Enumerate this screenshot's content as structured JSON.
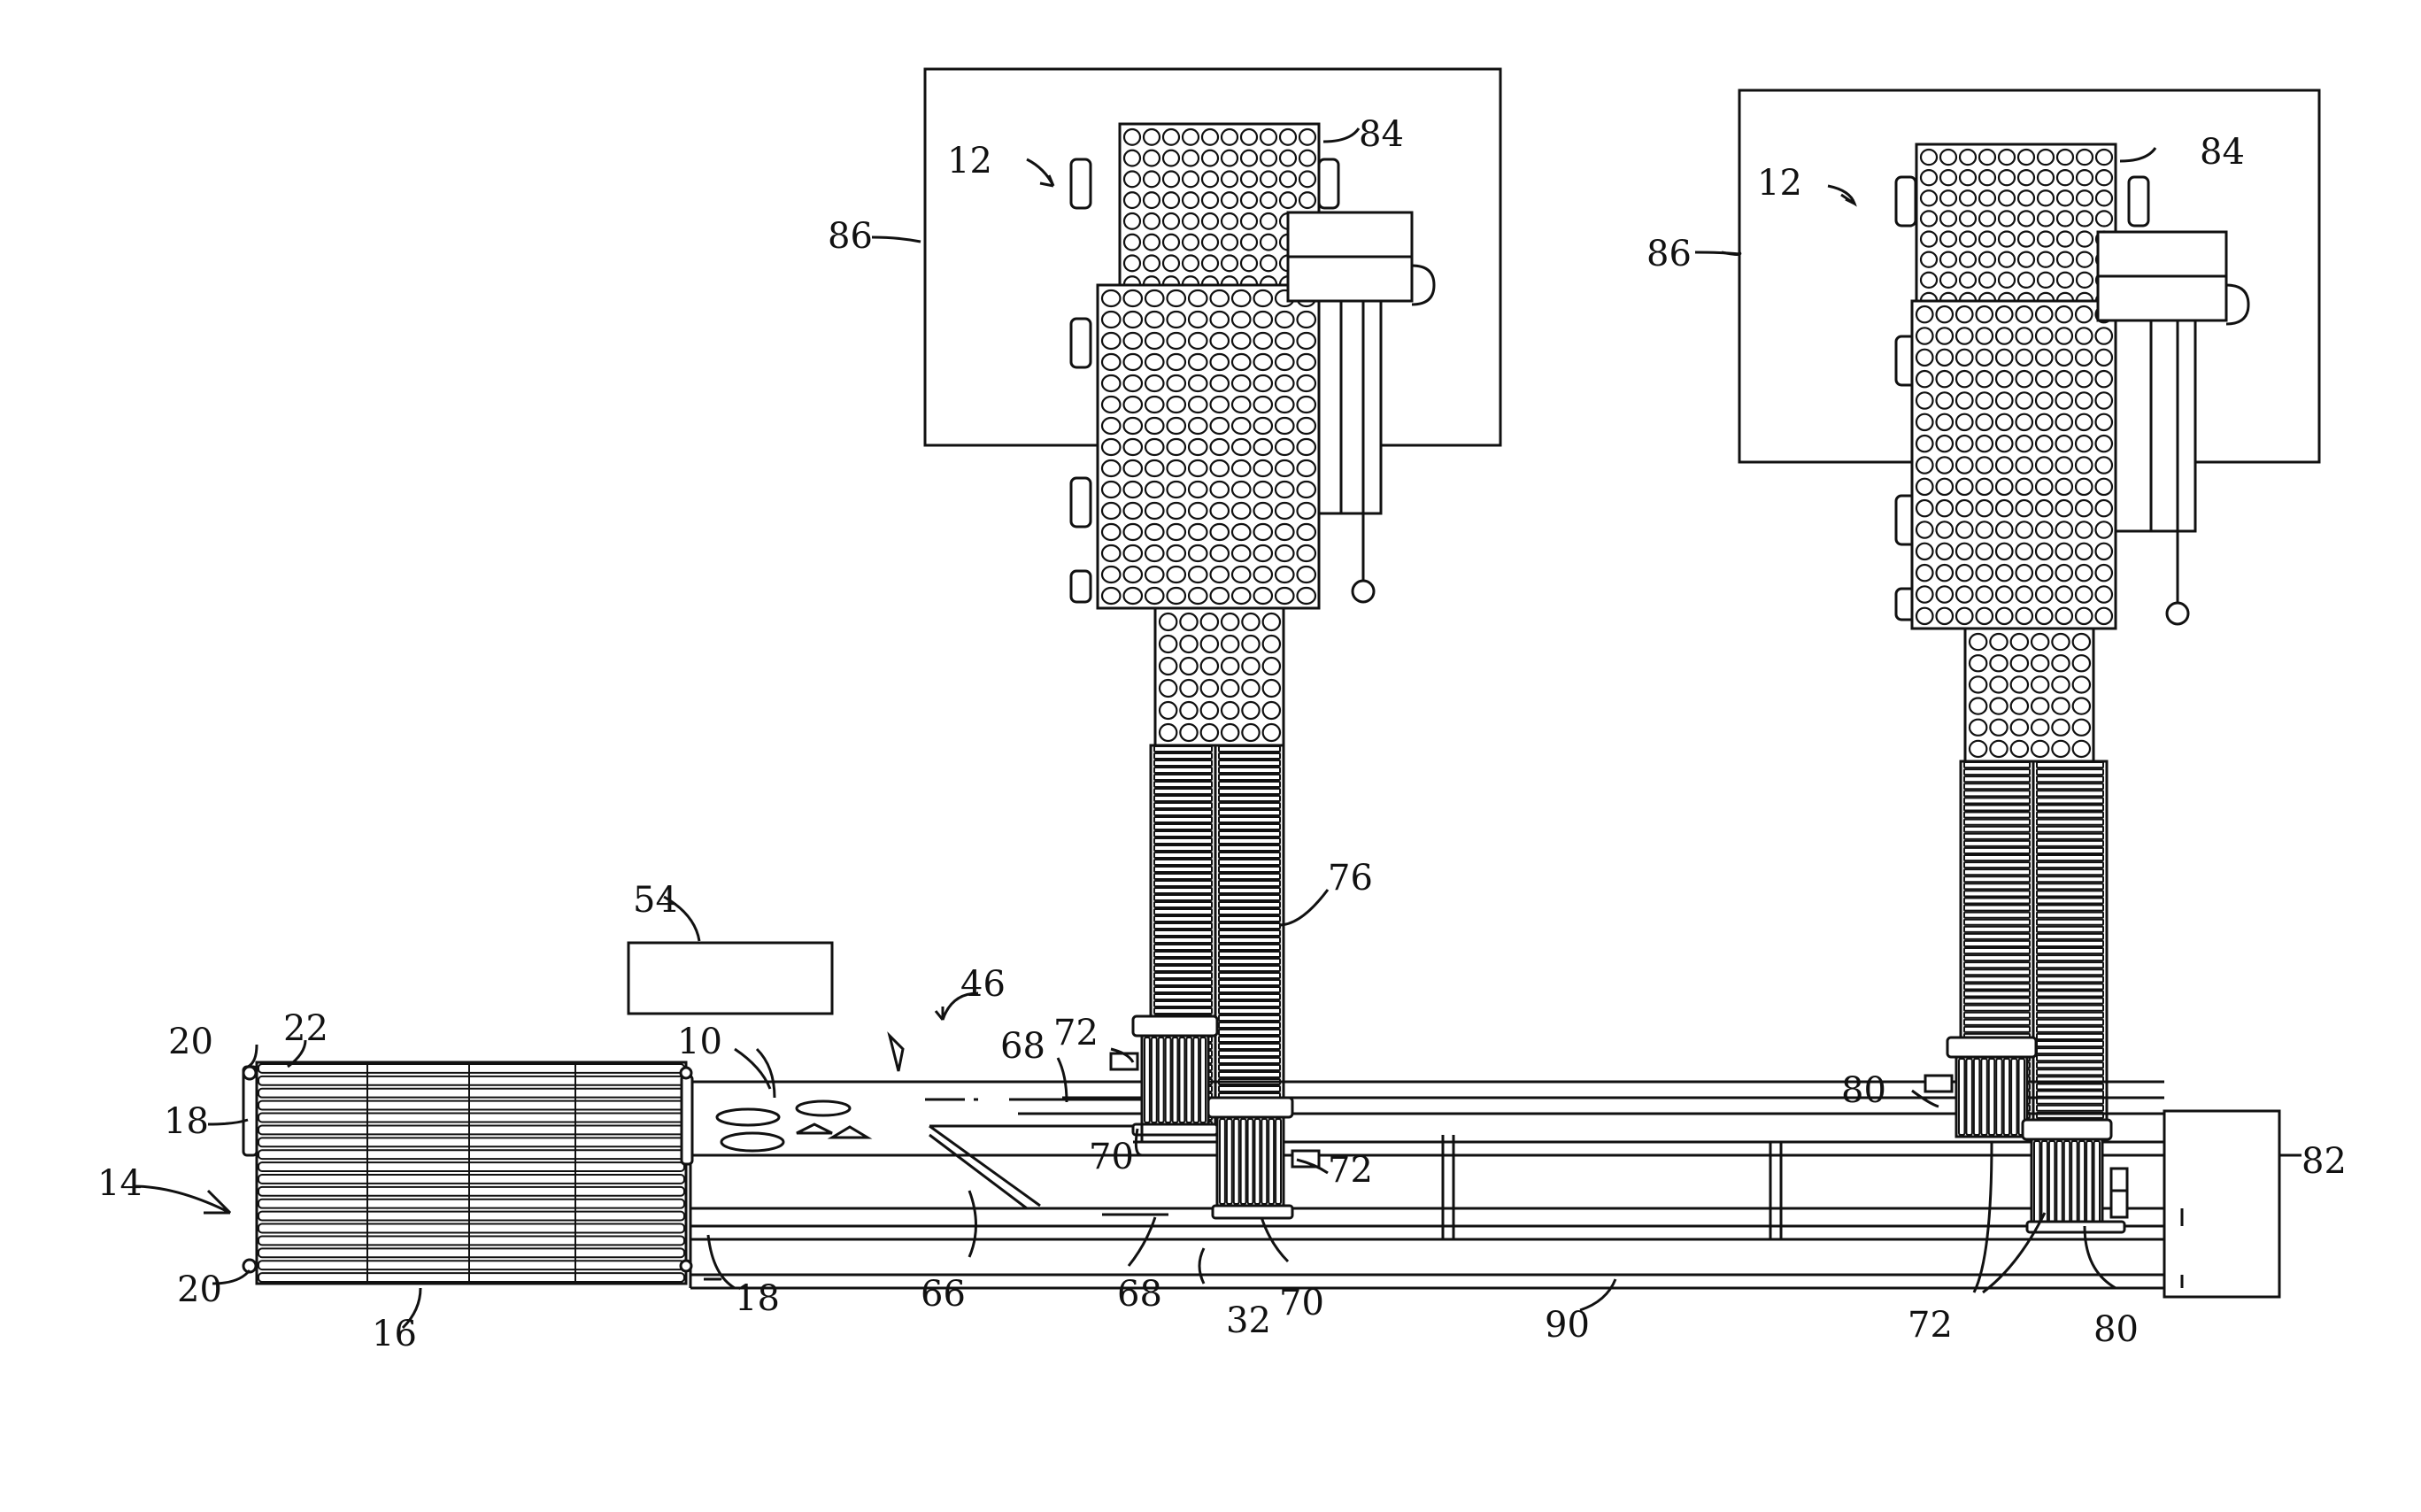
{
  "figure": {
    "labels": {
      "l12a": "12",
      "l84a": "84",
      "l86a": "86",
      "l12b": "12",
      "l84b": "84",
      "l86b": "86",
      "l76": "76",
      "l54": "54",
      "l46": "46",
      "l10": "10",
      "l68a": "68",
      "l72a": "72",
      "l70a": "70",
      "l72b": "72",
      "l80a": "80",
      "l82": "82",
      "l20a": "20",
      "l22": "22",
      "l18a": "18",
      "l14": "14",
      "l20b": "20",
      "l16": "16",
      "l18b": "18",
      "l66": "66",
      "l68b": "68",
      "l32": "32",
      "l70b": "70",
      "l90": "90",
      "l72c": "72",
      "l80b": "80"
    },
    "colors": {
      "ink": "#111111",
      "paper": "#ffffff"
    }
  }
}
